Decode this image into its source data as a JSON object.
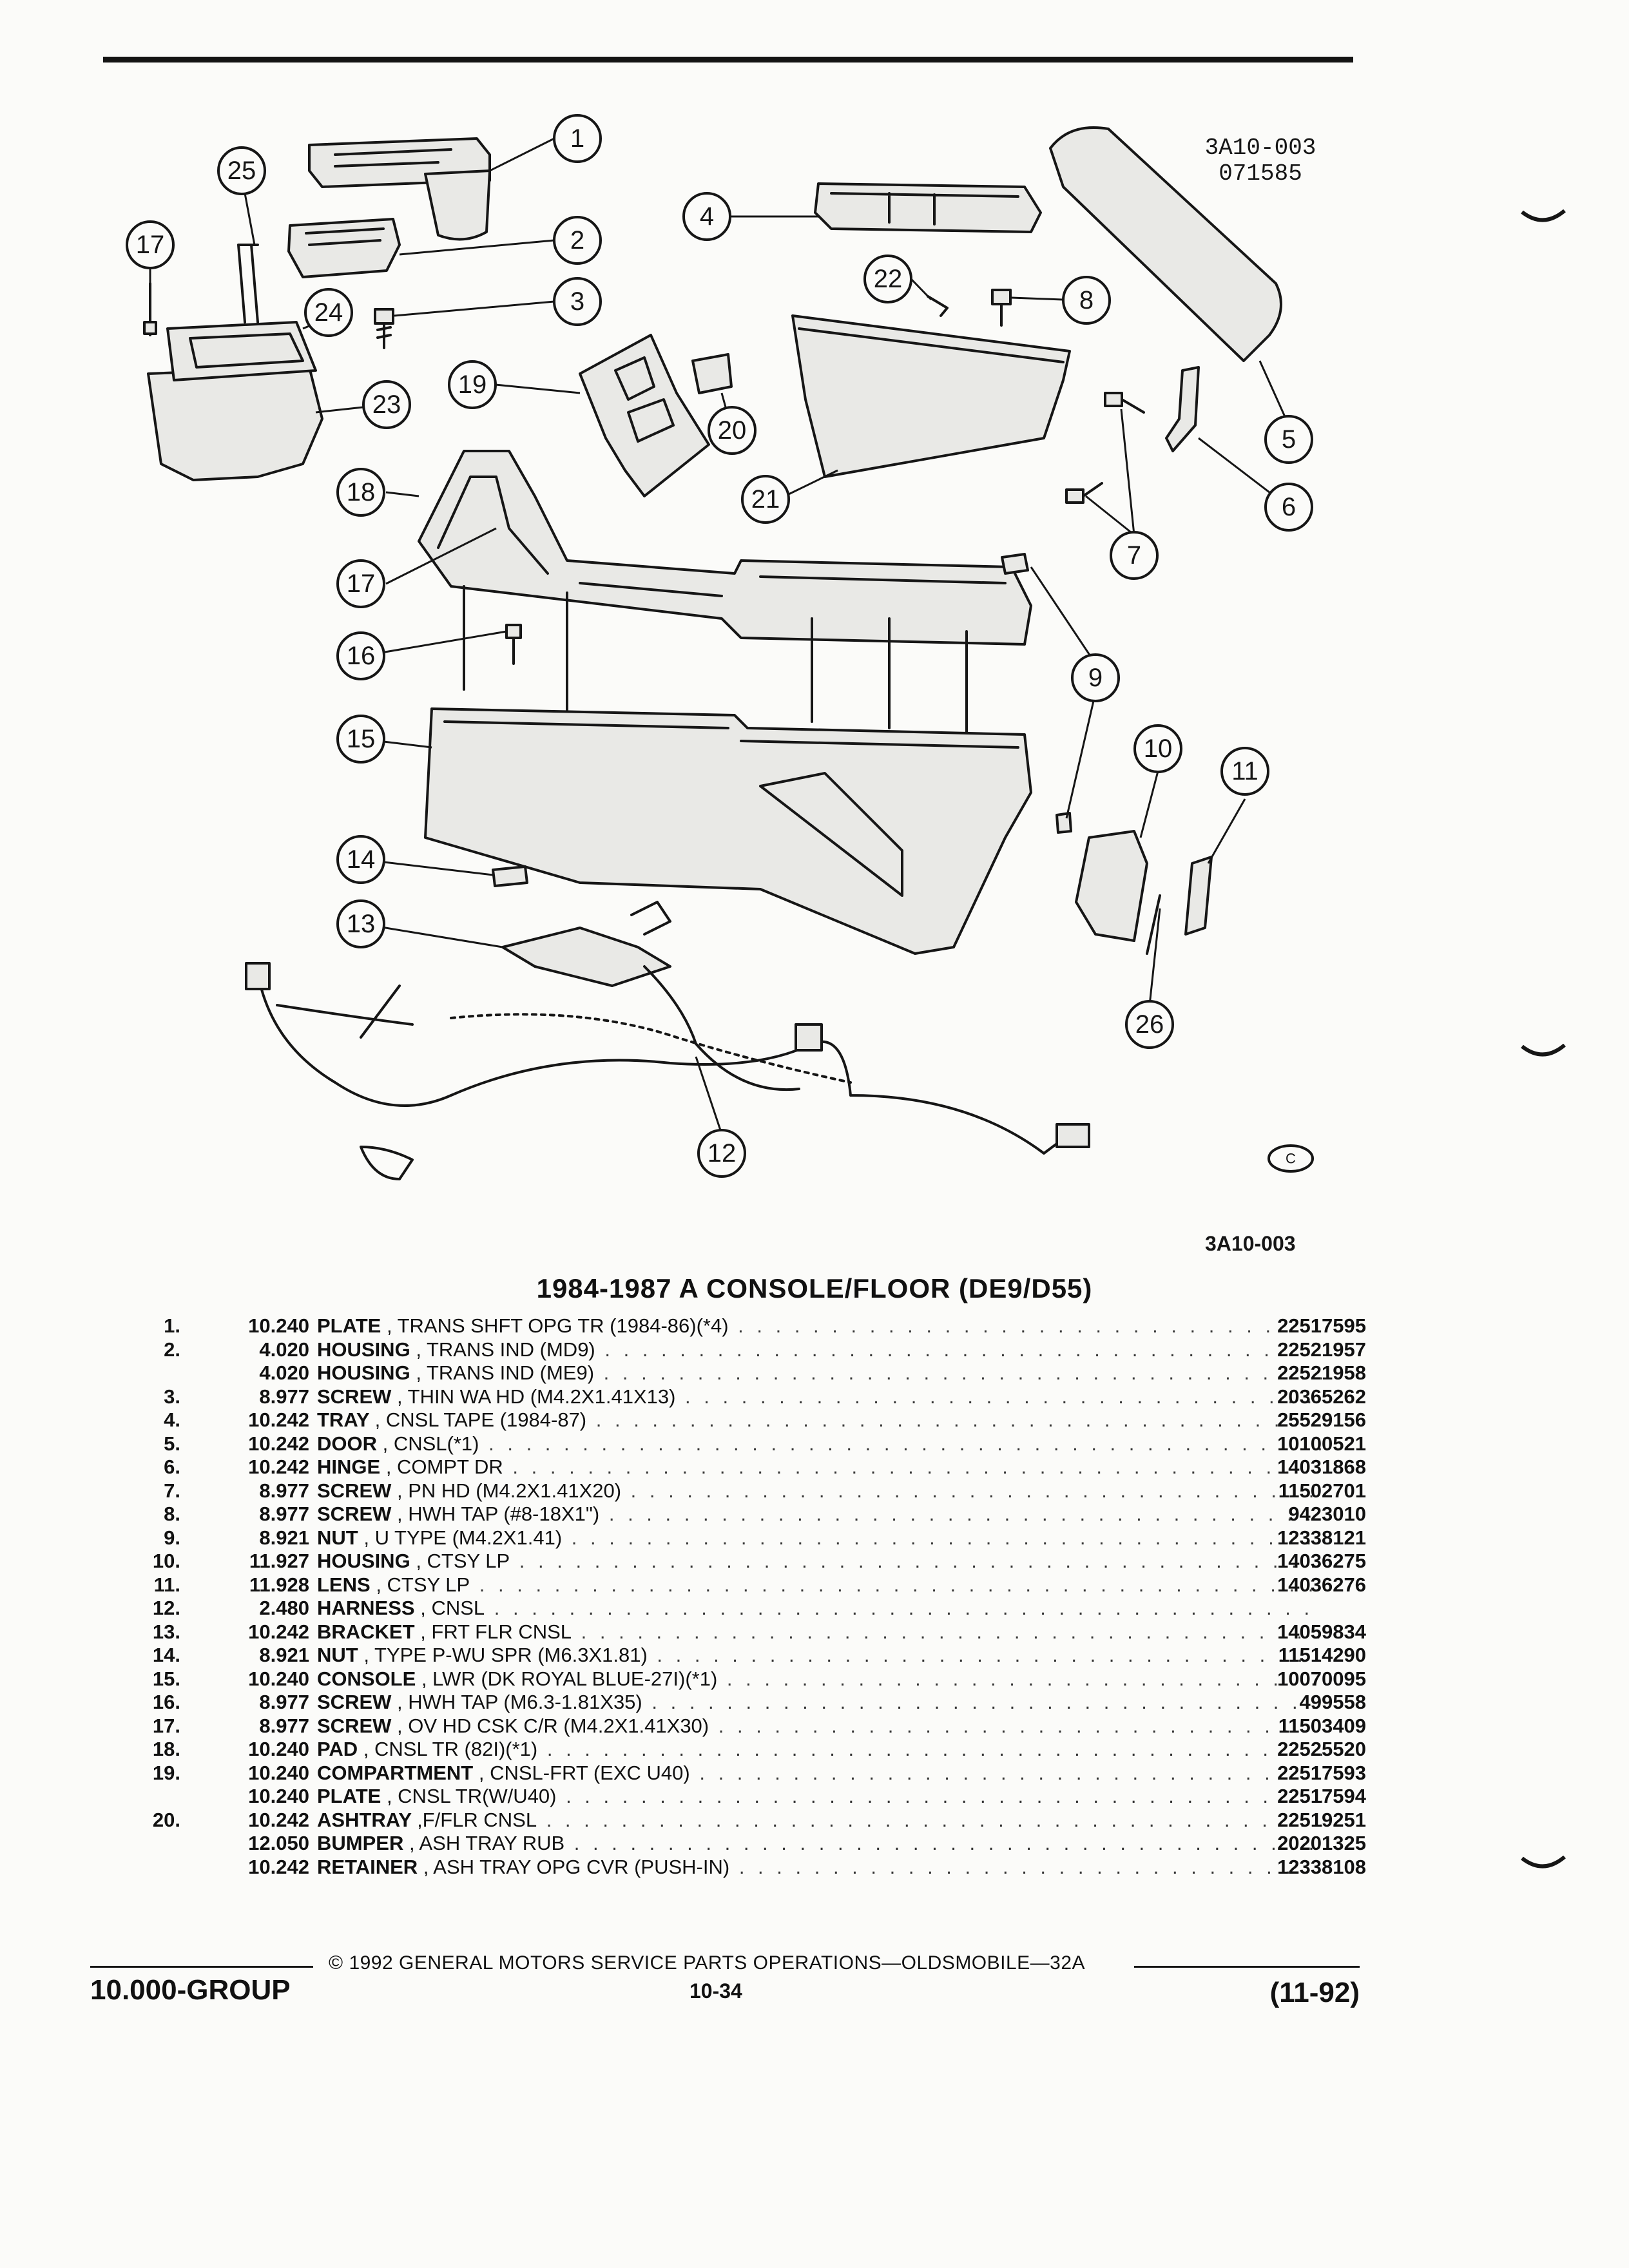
{
  "figure": {
    "code_top": "3A10-003\n071585",
    "code_bottom": "3A10-003",
    "callouts": [
      "1",
      "2",
      "3",
      "4",
      "5",
      "6",
      "7",
      "8",
      "9",
      "10",
      "11",
      "12",
      "13",
      "14",
      "15",
      "16",
      "17",
      "18",
      "19",
      "20",
      "21",
      "22",
      "23",
      "24",
      "25",
      "26"
    ]
  },
  "title": "1984-1987 A CONSOLE/FLOOR (DE9/D55)",
  "parts": [
    {
      "num": "1.",
      "group": "10.240",
      "name": "PLATE",
      "rest": ", TRANS SHFT OPG TR (1984-86)(*4)",
      "part_no": "22517595"
    },
    {
      "num": "2.",
      "group": "4.020",
      "name": "HOUSING",
      "rest": ", TRANS IND (MD9)",
      "part_no": "22521957"
    },
    {
      "num": "",
      "group": "4.020",
      "name": "HOUSING",
      "rest": ", TRANS IND (ME9)",
      "part_no": "22521958"
    },
    {
      "num": "3.",
      "group": "8.977",
      "name": "SCREW",
      "rest": ", THIN WA HD (M4.2X1.41X13)",
      "part_no": "20365262"
    },
    {
      "num": "4.",
      "group": "10.242",
      "name": "TRAY",
      "rest": ", CNSL TAPE (1984-87)",
      "part_no": "25529156"
    },
    {
      "num": "5.",
      "group": "10.242",
      "name": "DOOR",
      "rest": ", CNSL(*1)",
      "part_no": "10100521"
    },
    {
      "num": "6.",
      "group": "10.242",
      "name": "HINGE",
      "rest": ", COMPT DR",
      "part_no": "14031868"
    },
    {
      "num": "7.",
      "group": "8.977",
      "name": "SCREW",
      "rest": ", PN HD (M4.2X1.41X20)",
      "part_no": "11502701"
    },
    {
      "num": "8.",
      "group": "8.977",
      "name": "SCREW",
      "rest": ", HWH TAP (#8-18X1\")",
      "part_no": "9423010"
    },
    {
      "num": "9.",
      "group": "8.921",
      "name": "NUT",
      "rest": ", U TYPE (M4.2X1.41)",
      "part_no": "12338121"
    },
    {
      "num": "10.",
      "group": "11.927",
      "name": "HOUSING",
      "rest": ", CTSY LP",
      "part_no": "14036275"
    },
    {
      "num": "11.",
      "group": "11.928",
      "name": "LENS",
      "rest": ", CTSY LP",
      "part_no": "14036276"
    },
    {
      "num": "12.",
      "group": "2.480",
      "name": "HARNESS",
      "rest": ", CNSL",
      "part_no": ""
    },
    {
      "num": "13.",
      "group": "10.242",
      "name": "BRACKET",
      "rest": ", FRT FLR CNSL",
      "part_no": "14059834"
    },
    {
      "num": "14.",
      "group": "8.921",
      "name": "NUT",
      "rest": ", TYPE P-WU SPR (M6.3X1.81)",
      "part_no": "11514290"
    },
    {
      "num": "15.",
      "group": "10.240",
      "name": "CONSOLE",
      "rest": ", LWR (DK ROYAL BLUE-27I)(*1)",
      "part_no": "10070095"
    },
    {
      "num": "16.",
      "group": "8.977",
      "name": "SCREW",
      "rest": ", HWH TAP (M6.3-1.81X35)",
      "part_no": "499558"
    },
    {
      "num": "17.",
      "group": "8.977",
      "name": "SCREW",
      "rest": ", OV HD CSK C/R (M4.2X1.41X30)",
      "part_no": "11503409"
    },
    {
      "num": "18.",
      "group": "10.240",
      "name": "PAD",
      "rest": ", CNSL TR (82I)(*1)",
      "part_no": "22525520"
    },
    {
      "num": "19.",
      "group": "10.240",
      "name": "COMPARTMENT",
      "rest": ", CNSL-FRT (EXC U40)",
      "part_no": "22517593"
    },
    {
      "num": "",
      "group": "10.240",
      "name": "PLATE",
      "rest": ", CNSL TR(W/U40)",
      "part_no": "22517594"
    },
    {
      "num": "20.",
      "group": "10.242",
      "name": "ASHTRAY",
      "rest": ",F/FLR CNSL",
      "part_no": "22519251"
    },
    {
      "num": "",
      "group": "12.050",
      "name": "BUMPER",
      "rest": ", ASH TRAY RUB",
      "part_no": "20201325"
    },
    {
      "num": "",
      "group": "10.242",
      "name": "RETAINER",
      "rest": ", ASH TRAY OPG CVR (PUSH-IN)",
      "part_no": "12338108"
    }
  ],
  "footer": {
    "copyright": "© 1992 GENERAL MOTORS SERVICE PARTS OPERATIONS—OLDSMOBILE—32A",
    "group_label": "10.000-GROUP",
    "page_number": "10-34",
    "revision": "(11-92)"
  }
}
